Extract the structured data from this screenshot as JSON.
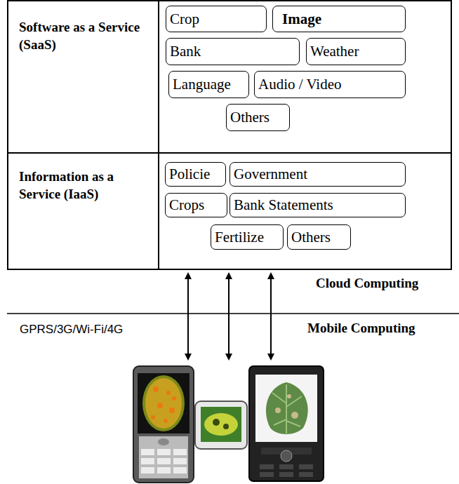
{
  "diagram": {
    "nodes": [
      {
        "text": [
          "Software as a Service (SaaS)"
        ]
      },
      {
        "text": [
          "Crop"
        ],
        "in": 0
      },
      {
        "text": [
          "Image"
        ],
        "in": 0
      },
      {
        "text": [
          "Bank"
        ],
        "in": 0
      },
      {
        "text": [
          "Weather"
        ],
        "in": 0
      },
      {
        "text": [
          "Language"
        ],
        "in": 0
      },
      {
        "text": [
          "Audio / Video"
        ],
        "in": 0
      },
      {
        "text": [
          "Others"
        ],
        "in": 0
      },
      {
        "text": [
          "Information as a Service (IaaS)"
        ]
      },
      {
        "text": [
          "Policie"
        ],
        "in": 8
      },
      {
        "text": [
          "Government"
        ],
        "in": 8
      },
      {
        "text": [
          "Crops"
        ],
        "in": 8
      },
      {
        "text": [
          "Bank Statements"
        ],
        "in": 8
      },
      {
        "text": [
          "Fertilize"
        ],
        "in": 8
      },
      {
        "text": [
          "Others"
        ],
        "in": 8
      }
    ],
    "labels": [
      "Cloud Computing",
      "Mobile Computing",
      "GPRS/3G/Wi-Fi/4G"
    ]
  }
}
